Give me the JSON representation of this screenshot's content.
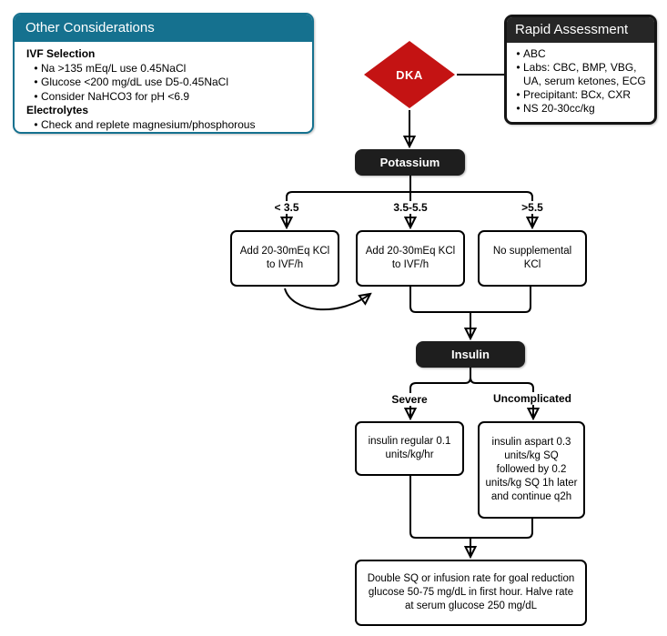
{
  "colors": {
    "teal": "#15718F",
    "node_dark": "#1E1E1E",
    "decision_red": "#C41313",
    "line": "#000000"
  },
  "glyphs": {
    "bullet": "•"
  },
  "other_considerations": {
    "title": "Other Considerations",
    "sections": [
      {
        "heading": "IVF Selection",
        "items": [
          "Na >135 mEq/L use 0.45NaCl",
          "Glucose <200 mg/dL use D5-0.45NaCl",
          "Consider NaHCO3 for pH <6.9"
        ]
      },
      {
        "heading": "Electrolytes",
        "items": [
          "Check and replete magnesium/phosphorous"
        ]
      }
    ]
  },
  "rapid_assessment": {
    "title": "Rapid Assessment",
    "items": [
      "ABC",
      "Labs: CBC, BMP, VBG, UA, serum ketones, ECG",
      "Precipitant: BCx, CXR",
      "NS 20-30cc/kg"
    ]
  },
  "flow": {
    "start": "DKA",
    "potassium_label": "Potassium",
    "potassium_branches": [
      {
        "condition": "< 3.5",
        "action": "Add 20-30mEq KCl to IVF/h"
      },
      {
        "condition": "3.5-5.5",
        "action": "Add 20-30mEq KCl to IVF/h"
      },
      {
        "condition": ">5.5",
        "action": "No supplemental KCl"
      }
    ],
    "insulin_label": "Insulin",
    "insulin_branches": [
      {
        "condition": "Severe",
        "action": "insulin regular 0.1 units/kg/hr"
      },
      {
        "condition": "Uncomplicated",
        "action": "insulin aspart 0.3 units/kg SQ followed by 0.2 units/kg SQ 1h later and continue q2h"
      }
    ],
    "final_note": "Double SQ or infusion rate for goal reduction glucose 50-75 mg/dL in first hour. Halve rate at serum glucose 250 mg/dL"
  }
}
